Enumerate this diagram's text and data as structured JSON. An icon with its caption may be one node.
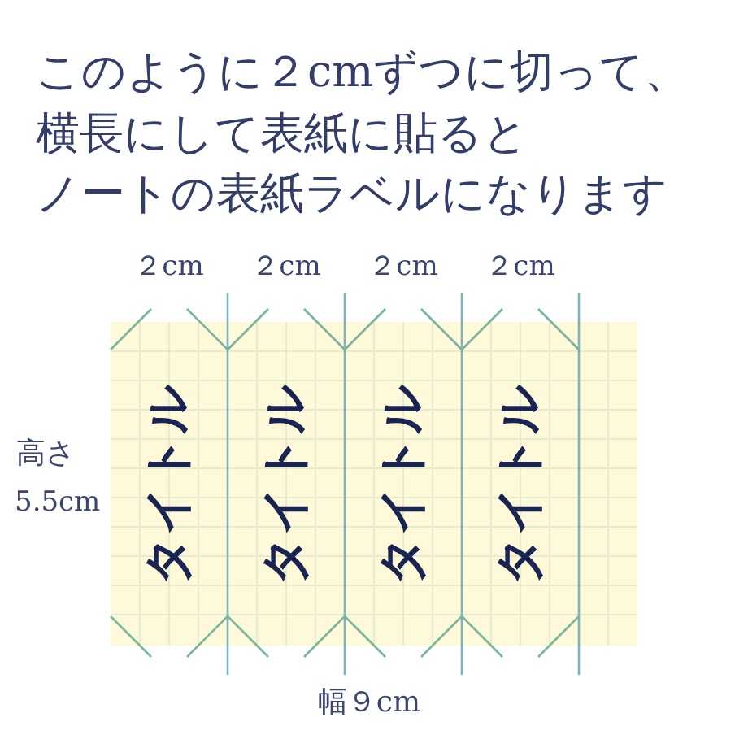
{
  "diagram": {
    "title": "このように２cmずつに切って、横長にして表紙に貼るとノートの表紙ラベルになります",
    "nodes": [
      {
        "text": [
          "タイトル"
        ]
      },
      {
        "text": [
          "タイトル"
        ]
      },
      {
        "text": [
          "タイトル"
        ]
      },
      {
        "text": [
          "タイトル"
        ]
      }
    ],
    "labels": [
      "２cm",
      "２cm",
      "２cm",
      "２cm",
      "高さ",
      "5.5cm",
      "幅９cm"
    ]
  }
}
